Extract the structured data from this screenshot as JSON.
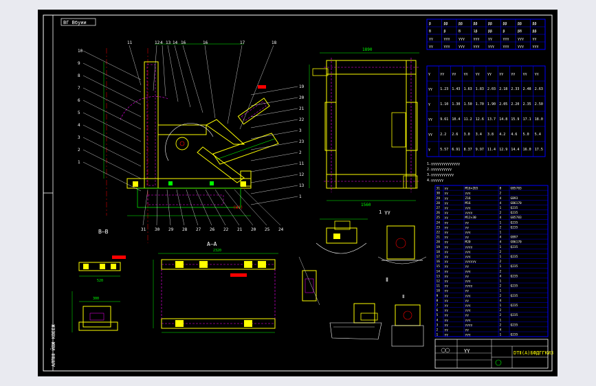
{
  "drawing": {
    "title_stamp": "DTⅡ(A)БФДГГКИЗ",
    "sheet_tag": "γγ",
    "left_vert_code": "AЛПⅡⅡ ЙВЖ КВЕЕЖ",
    "views": {
      "main": "ВГ Вбуии",
      "section_bb": "B—B",
      "section_aa": "A—A",
      "detail_1": "1 γγ",
      "detail_2": "Ⅱ",
      "detail_3": "Ⅱ"
    },
    "callouts_top": [
      "11",
      "12",
      "4",
      "13",
      "14",
      "16",
      "16",
      "17",
      "18"
    ],
    "callouts_left": [
      "10",
      "9",
      "8",
      "7",
      "6",
      "5",
      "4",
      "3",
      "2",
      "1"
    ],
    "callouts_right": [
      "19",
      "20",
      "21",
      "22",
      "3",
      "23",
      "2",
      "11",
      "12",
      "13",
      "1"
    ],
    "callouts_bottom": [
      "31",
      "30",
      "29",
      "28",
      "27",
      "26",
      "22",
      "21",
      "20",
      "25",
      "24"
    ],
    "dims": {
      "plan_top": "1890",
      "plan_bottom": "1560",
      "aa_span": "2320",
      "bb_left": "520",
      "bb_right": "300"
    },
    "table1": {
      "headers": [
        "β",
        "ββ",
        "ββ",
        "ββ",
        "ββ",
        "ββ",
        "ββ",
        "ββ"
      ],
      "rows": [
        [
          "B",
          "β",
          "B",
          "1β",
          "ββ",
          "β",
          "βB",
          "ββ"
        ],
        [
          "γγ",
          "γγγ",
          "γγγ",
          "γγγ",
          "γγ",
          "γγγ",
          "γγγ",
          "γγ"
        ],
        [
          "γγ",
          "γγγ",
          "γγγ",
          "γγγ",
          "γγγ",
          "γγγ",
          "γγγ",
          "γγγ"
        ]
      ]
    },
    "table2": {
      "rows": [
        [
          "γ",
          "γγ",
          "γγ",
          "γγ",
          "γγ",
          "γγ",
          "γγ",
          "γγ",
          "γγ",
          "γγ"
        ],
        [
          "γγ",
          "1.23",
          "1.43",
          "1.63",
          "1.83",
          "2.03",
          "2.18",
          "2.33",
          "2.48",
          "2.63"
        ],
        [
          "γ",
          "1.10",
          "1.30",
          "1.50",
          "1.70",
          "1.90",
          "2.05",
          "2.20",
          "2.35",
          "2.50"
        ],
        [
          "γγ",
          "9.61",
          "10.4",
          "11.2",
          "12.6",
          "13.7",
          "14.8",
          "15.9",
          "17.1",
          "18.0"
        ],
        [
          "γγ",
          "2.2",
          "2.6",
          "3.0",
          "3.4",
          "3.8",
          "4.2",
          "4.6",
          "5.0",
          "5.4"
        ],
        [
          "γ",
          "5.57",
          "6.91",
          "8.37",
          "9.97",
          "11.4",
          "12.9",
          "14.4",
          "16.0",
          "17.5"
        ]
      ]
    },
    "notes": [
      "1.γγγγγγγγγγγγγγ",
      "2.γγγγγγγγγγ",
      "3.γγγγγγγγγγγ",
      "4.γγγγγγ"
    ],
    "bom_rows": [
      [
        "31",
        "γγ",
        "M16×Z65",
        "8",
        "GB5783"
      ],
      [
        "30",
        "γγ",
        "γγγ",
        "2",
        ""
      ],
      [
        "29",
        "γγ",
        "Z16",
        "4",
        "GB93"
      ],
      [
        "28",
        "γγ",
        "M16",
        "4",
        "GB6170"
      ],
      [
        "27",
        "γγ",
        "γγγ",
        "1",
        "Q235"
      ],
      [
        "26",
        "γγ",
        "γγγγ",
        "2",
        "Q235"
      ],
      [
        "25",
        "γγ",
        "M12×30",
        "4",
        "GB5783"
      ],
      [
        "24",
        "γγ",
        "γγ",
        "1",
        "Q235"
      ],
      [
        "23",
        "γγ",
        "γγ",
        "2",
        "Q235"
      ],
      [
        "22",
        "γγ",
        "γγγ",
        "1",
        ""
      ],
      [
        "21",
        "γγ",
        "γγ",
        "4",
        "GB97"
      ],
      [
        "20",
        "γγ",
        "M20",
        "4",
        "GB6170"
      ],
      [
        "19",
        "γγ",
        "γγγγ",
        "1",
        "Q235"
      ],
      [
        "18",
        "γγ",
        "γγγ",
        "2",
        ""
      ],
      [
        "17",
        "γγ",
        "γγγ",
        "1",
        "Q235"
      ],
      [
        "16",
        "γγ",
        "γγγγγγ",
        "2",
        ""
      ],
      [
        "15",
        "γγ",
        "γγ",
        "1",
        "Q235"
      ],
      [
        "14",
        "γγ",
        "γγγ",
        "2",
        ""
      ],
      [
        "13",
        "γγ",
        "γγ",
        "4",
        "Q235"
      ],
      [
        "12",
        "γγ",
        "γγγ",
        "1",
        ""
      ],
      [
        "11",
        "γγ",
        "γγγγ",
        "2",
        "Q235"
      ],
      [
        "10",
        "γγ",
        "γγ",
        "1",
        ""
      ],
      [
        "9",
        "γγ",
        "γγγ",
        "2",
        "Q235"
      ],
      [
        "8",
        "γγ",
        "γγ",
        "4",
        ""
      ],
      [
        "7",
        "γγ",
        "γγγ",
        "1",
        "Q235"
      ],
      [
        "6",
        "γγ",
        "γγγ",
        "2",
        ""
      ],
      [
        "5",
        "γγ",
        "γγ",
        "2",
        "Q235"
      ],
      [
        "4",
        "γγ",
        "γγγ",
        "1",
        ""
      ],
      [
        "3",
        "γγ",
        "γγγγ",
        "2",
        "Q235"
      ],
      [
        "2",
        "γγ",
        "γγ",
        "4",
        ""
      ],
      [
        "1",
        "γγ",
        "γγγ",
        "1",
        "Q235"
      ]
    ],
    "colors": {
      "background": "#000000",
      "frame": "#ffffff",
      "part": "#ffff00",
      "section": "#ffff00",
      "dimension": "#00ff00",
      "hidden": "#ff00ff",
      "leader": "#ffffff",
      "cut": "#ff0000",
      "table": "#0000ff",
      "text": "#ffffff"
    }
  }
}
